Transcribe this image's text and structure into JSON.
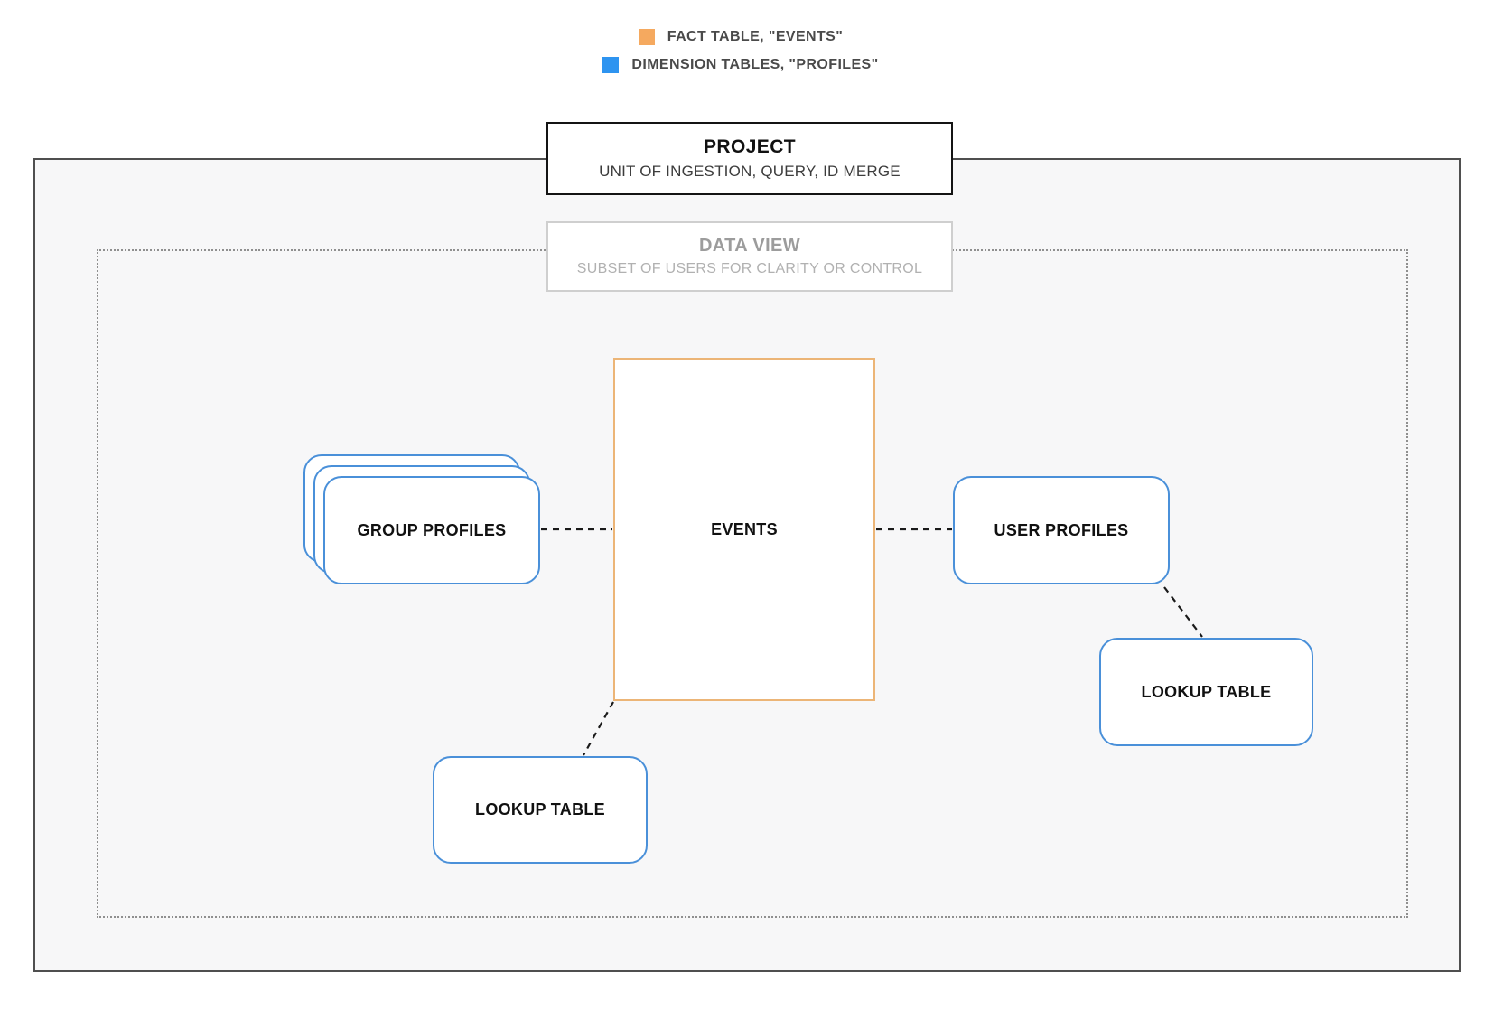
{
  "legend": {
    "items": [
      {
        "name": "fact-table",
        "label": "FACT TABLE, \"EVENTS\"",
        "color": "#F5A95F"
      },
      {
        "name": "dimension-tables",
        "label": "DIMENSION TABLES, \"PROFILES\"",
        "color": "#2E94F0"
      }
    ]
  },
  "project": {
    "title": "PROJECT",
    "subtitle": "UNIT OF INGESTION, QUERY, ID MERGE"
  },
  "data_view": {
    "title": "DATA VIEW",
    "subtitle": "SUBSET OF USERS FOR CLARITY OR CONTROL"
  },
  "nodes": {
    "events": {
      "label": "EVENTS",
      "type": "fact",
      "border_color": "#ECB577"
    },
    "group_profiles": {
      "label": "GROUP PROFILES",
      "type": "dimension",
      "border_color": "#4A90D9",
      "stacked": true
    },
    "user_profiles": {
      "label": "USER PROFILES",
      "type": "dimension",
      "border_color": "#4A90D9"
    },
    "lookup_bottom": {
      "label": "LOOKUP TABLE",
      "type": "dimension",
      "border_color": "#4A90D9"
    },
    "lookup_right": {
      "label": "LOOKUP TABLE",
      "type": "dimension",
      "border_color": "#4A90D9"
    }
  },
  "connections": [
    {
      "from": "group_profiles",
      "to": "events",
      "style": "dashed"
    },
    {
      "from": "events",
      "to": "user_profiles",
      "style": "dashed"
    },
    {
      "from": "events",
      "to": "lookup_bottom",
      "style": "dashed"
    },
    {
      "from": "user_profiles",
      "to": "lookup_right",
      "style": "dashed"
    }
  ],
  "colors": {
    "outer_background": "#F7F7F8",
    "outer_border": "#4F4F4F",
    "dotted_border": "#8F8F8F",
    "connector": "#1A1A1A"
  }
}
